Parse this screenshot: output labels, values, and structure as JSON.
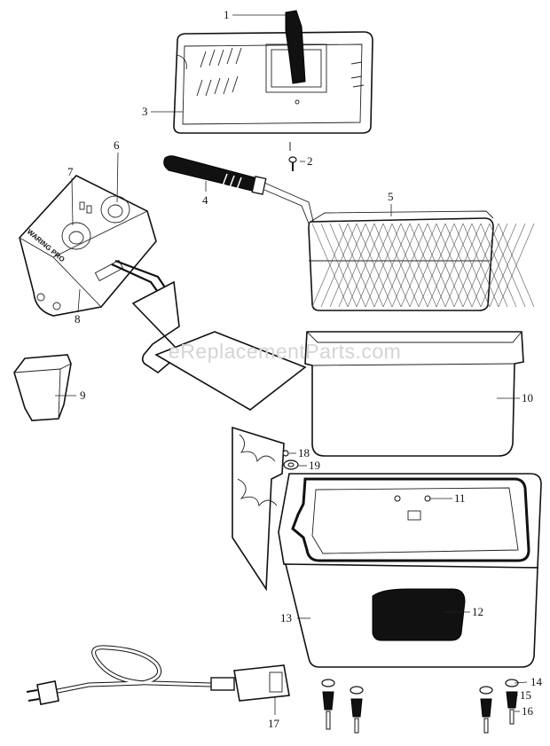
{
  "watermark": "eReplacementParts.com",
  "brand_text": "WARING PRO",
  "callouts": [
    {
      "id": "1",
      "label": "1"
    },
    {
      "id": "2",
      "label": "2"
    },
    {
      "id": "3",
      "label": "3"
    },
    {
      "id": "4",
      "label": "4"
    },
    {
      "id": "5",
      "label": "5"
    },
    {
      "id": "6",
      "label": "6"
    },
    {
      "id": "7",
      "label": "7"
    },
    {
      "id": "8",
      "label": "8"
    },
    {
      "id": "9",
      "label": "9"
    },
    {
      "id": "10",
      "label": "10"
    },
    {
      "id": "11",
      "label": "11"
    },
    {
      "id": "12",
      "label": "12"
    },
    {
      "id": "13",
      "label": "13"
    },
    {
      "id": "14",
      "label": "14"
    },
    {
      "id": "15",
      "label": "15"
    },
    {
      "id": "16",
      "label": "16"
    },
    {
      "id": "17",
      "label": "17"
    },
    {
      "id": "18",
      "label": "18"
    },
    {
      "id": "19",
      "label": "19"
    }
  ]
}
